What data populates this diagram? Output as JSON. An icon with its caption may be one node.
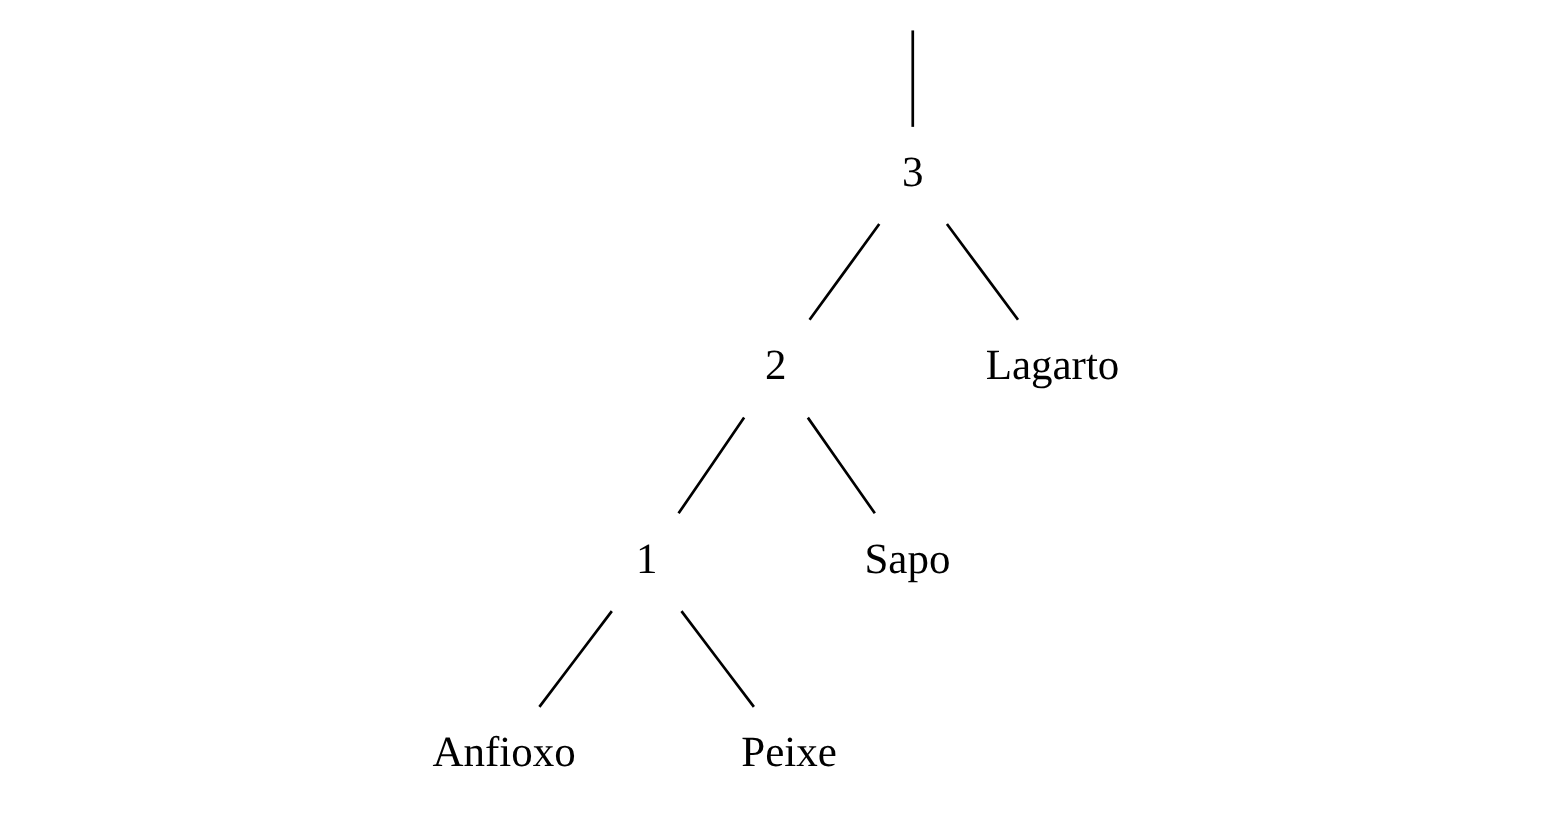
{
  "diagram": {
    "nodes": [
      {
        "text": [
          "Anfioxo"
        ]
      },
      {
        "text": [
          "Peixe"
        ]
      },
      {
        "text": [
          "Sapo"
        ]
      },
      {
        "text": [
          "Lagarto"
        ]
      },
      {
        "text": [
          "1"
        ]
      },
      {
        "text": [
          "2"
        ]
      },
      {
        "text": [
          "3"
        ]
      }
    ],
    "edges": [
      {
        "from": 0,
        "to": 4,
        "arrow": "none"
      },
      {
        "from": 1,
        "to": 4,
        "arrow": "none"
      },
      {
        "from": 4,
        "to": 5,
        "arrow": "none"
      },
      {
        "from": 2,
        "to": 5,
        "arrow": "none"
      },
      {
        "from": 5,
        "to": 6,
        "arrow": "none"
      },
      {
        "from": 3,
        "to": 6,
        "arrow": "none"
      },
      {
        "from": 6,
        "to": null,
        "arrow": "none"
      }
    ]
  }
}
